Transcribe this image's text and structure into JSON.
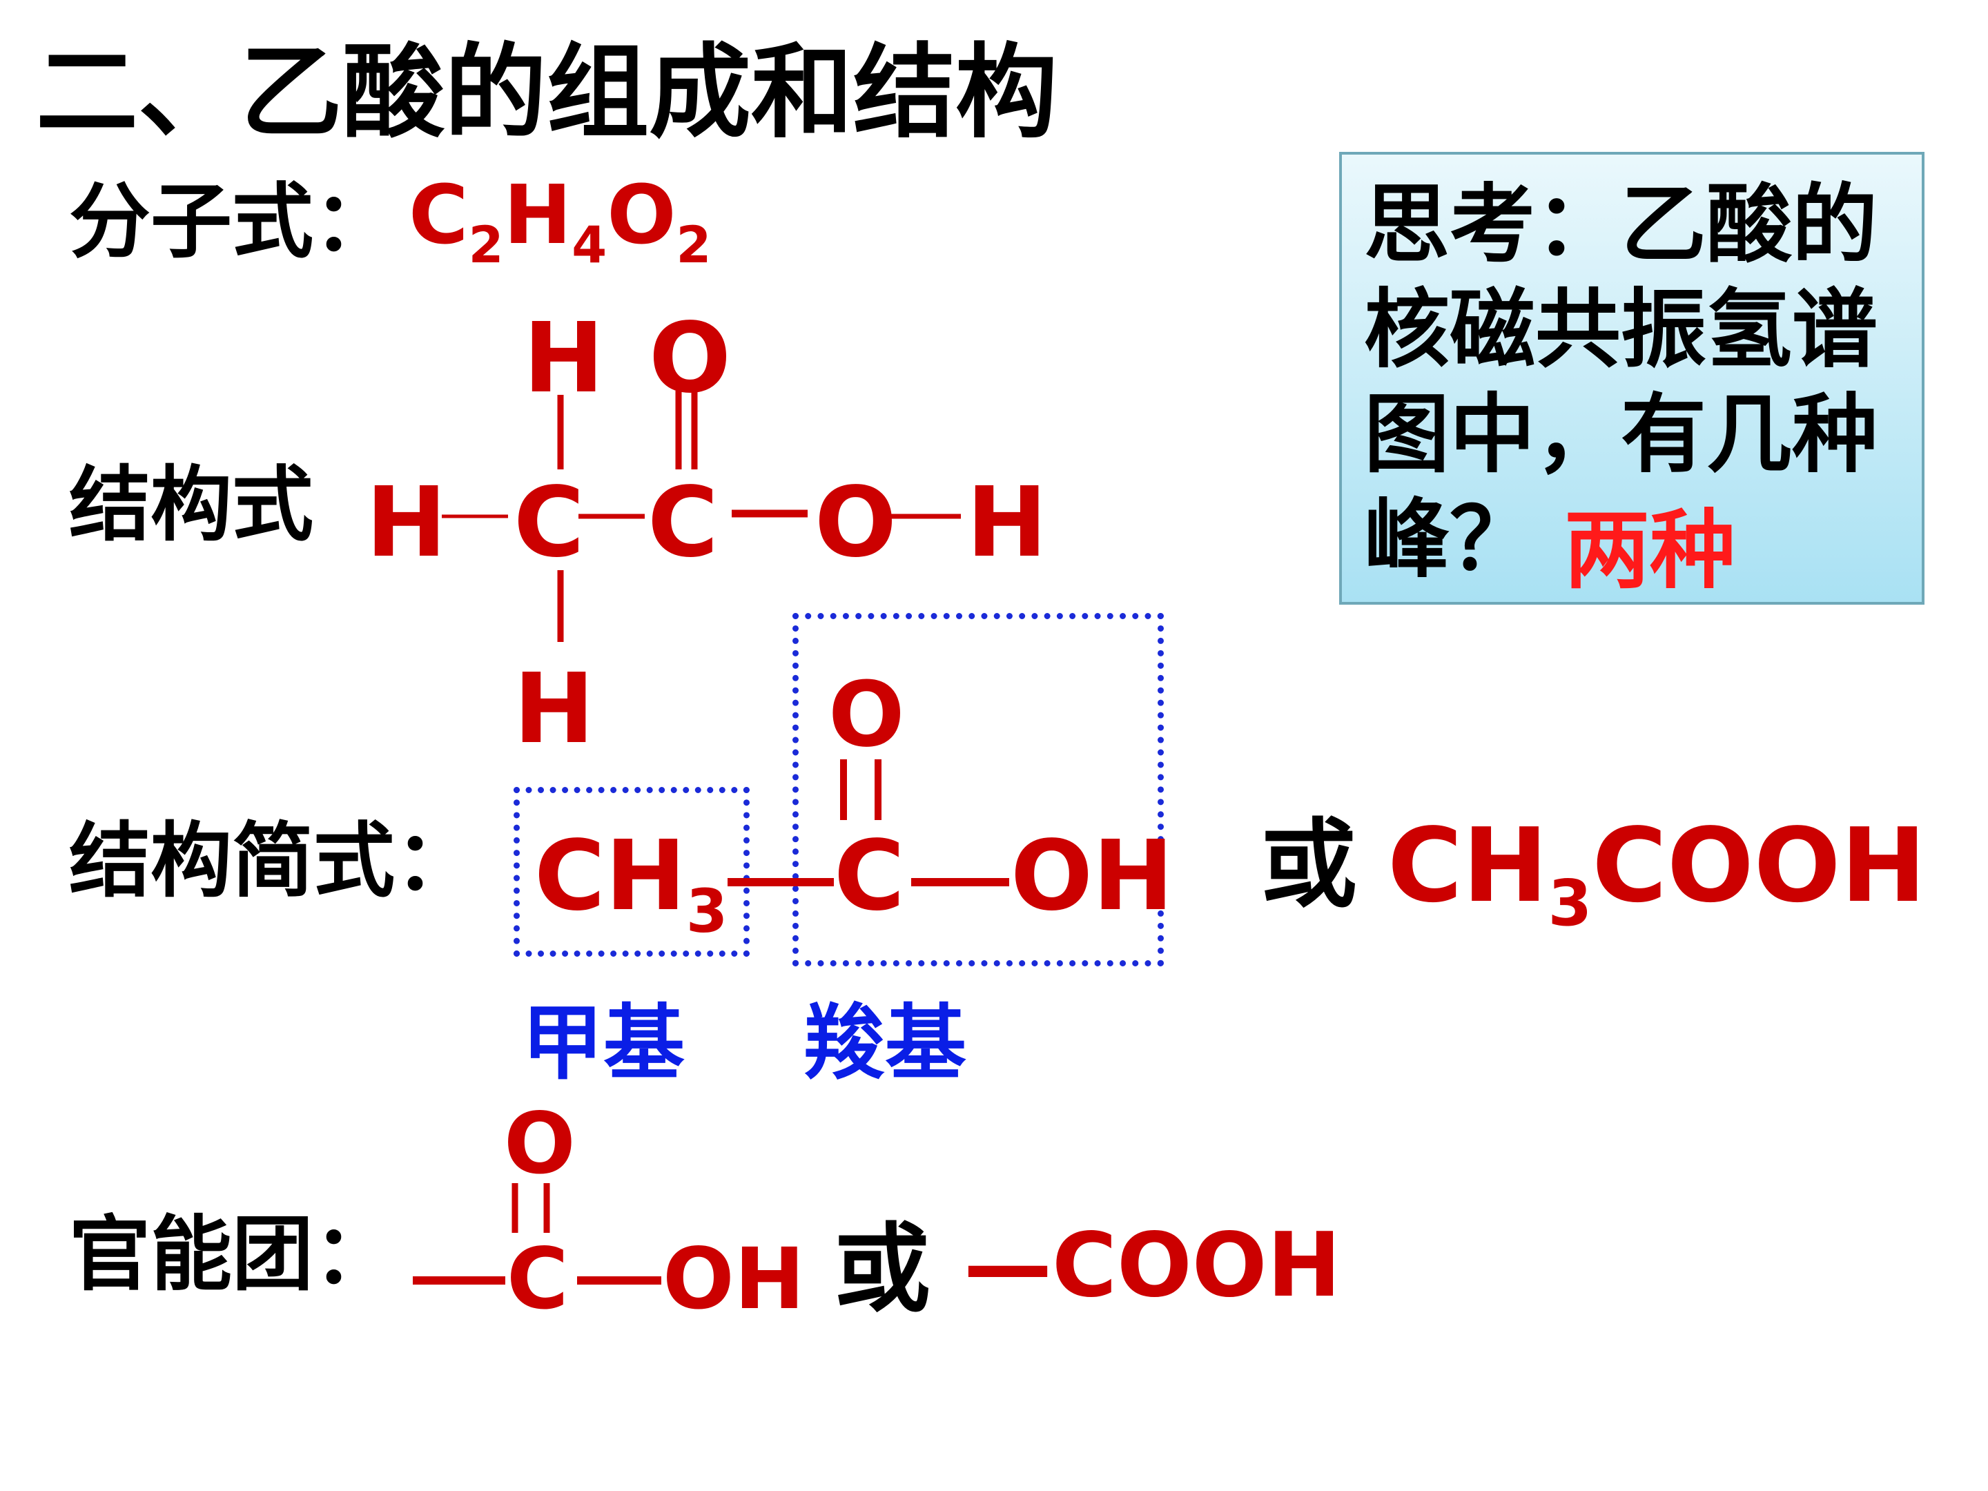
{
  "title": "二、乙酸的组成和结构",
  "molecular_formula": {
    "label": "分子式：",
    "formula": {
      "c": "C",
      "c_sub": "2",
      "h": "H",
      "h_sub": "4",
      "o": "O",
      "o_sub": "2"
    }
  },
  "structural_formula": {
    "label": "结构式",
    "atoms": {
      "h_top": "H",
      "o_top": "O",
      "h_left": "H",
      "c1": "C",
      "c2": "C",
      "o_right": "O",
      "h_right": "H",
      "h_bottom": "H"
    }
  },
  "condensed_formula": {
    "label": "结构简式：",
    "methyl": {
      "text": "CH",
      "sub": "3"
    },
    "carbonyl_o": "O",
    "carboxyl_c": "C",
    "oh": "OH",
    "or_text": "或",
    "alt": {
      "ch": "CH",
      "sub": "3",
      "rest": "COOH"
    },
    "methyl_label": "甲基",
    "carboxyl_label": "羧基"
  },
  "functional_group": {
    "label": "官能团：",
    "o": "O",
    "c": "C",
    "oh": "OH",
    "or_text": "或",
    "alt": "—COOH"
  },
  "think_box": {
    "question": "思考：乙酸的核磁共振氢谱图中，有几种峰？",
    "answer": "两种"
  },
  "colors": {
    "text": "#000000",
    "chem_red": "#cc0000",
    "blue": "#0a1ee6",
    "answer_red": "#ff1a1a",
    "box_border": "#6fa8b8"
  }
}
